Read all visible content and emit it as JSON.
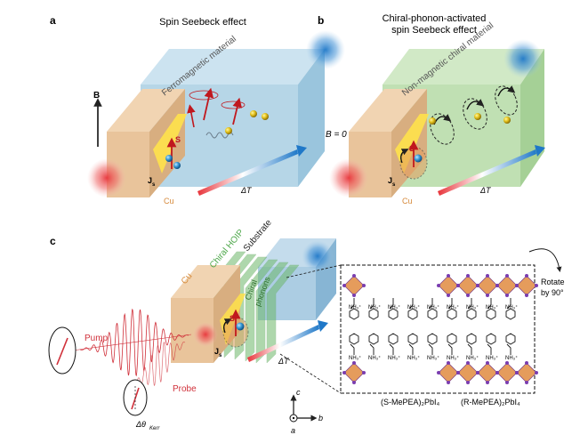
{
  "panel_a": {
    "letter": "a",
    "title": "Spin Seebeck effect",
    "material": "Ferromagnetic material",
    "field": "B",
    "spin": "S",
    "current": "J",
    "current_sub": "s",
    "metal": "Cu",
    "gradient": "ΔT"
  },
  "panel_b": {
    "letter": "b",
    "title_line1": "Chiral-phonon-activated",
    "title_line2": "spin Seebeck effect",
    "material": "Non-magnetic chiral material",
    "field": "B = 0",
    "spin": "S",
    "current": "J",
    "current_sub": "s",
    "metal": "Cu",
    "gradient": "ΔT"
  },
  "panel_c": {
    "letter": "c",
    "metal": "Cu",
    "hoip": "Chiral HOIP",
    "substrate": "Substrate",
    "phonons_line1": "Chiral",
    "phonons_line2": "phonons",
    "spin": "S",
    "current": "J",
    "current_sub": "s",
    "gradient": "ΔT",
    "pump": "Pump",
    "probe": "Probe",
    "kerr": "Δθ",
    "kerr_sub": "Kerr",
    "rotate_line1": "Rotate",
    "rotate_line2": "by 90°",
    "ammonium": "NH₃⁺",
    "structure_left": "(S-MePEA)₂PbI₄",
    "structure_right": "(R-MePEA)₂PbI₄",
    "axis_c": "c",
    "axis_b": "b",
    "axis_a": "a"
  },
  "colors": {
    "copper": "#e9c49b",
    "ferromagnet": "#a9cfe3",
    "chiral": "#b5dba6",
    "hoip": "#6db86a",
    "substrate": "#a3c8e0",
    "hot": "#e8343a",
    "cold": "#1f78c8",
    "octahedron": "#e59c5c",
    "spin_arrow": "#c0181e",
    "pump": "#d0303a"
  }
}
